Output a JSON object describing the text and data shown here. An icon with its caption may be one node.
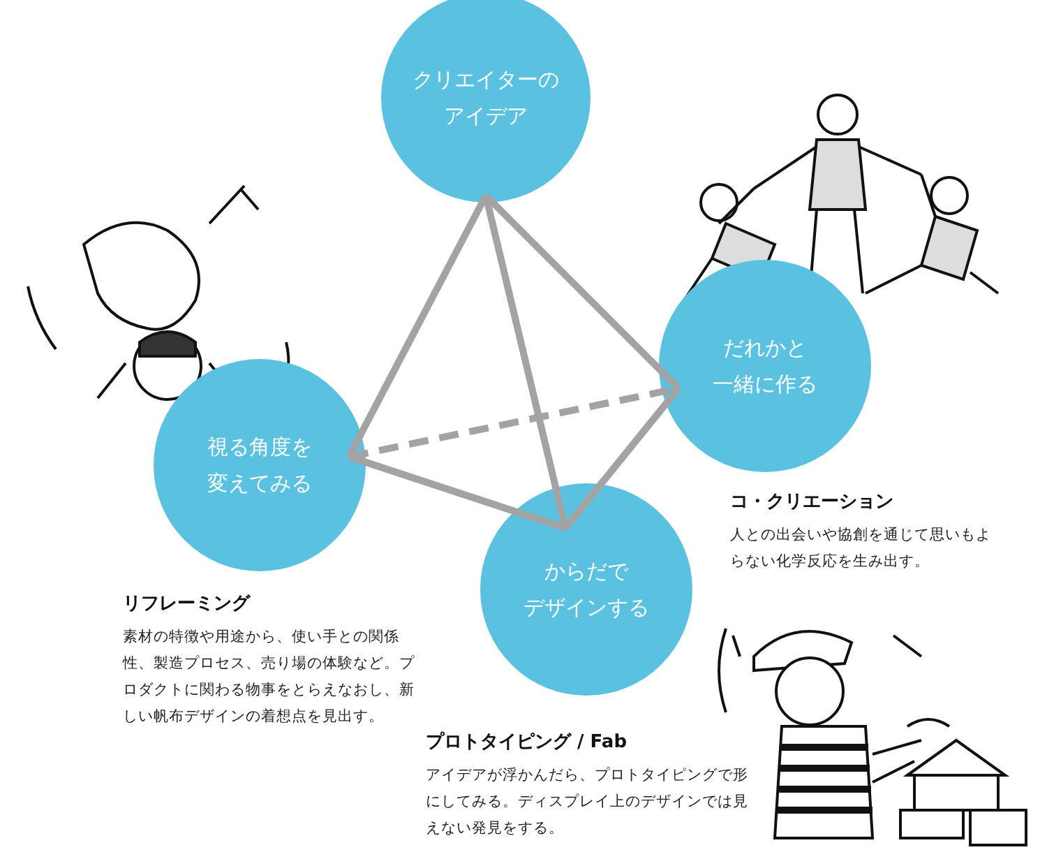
{
  "diagram": {
    "nodes": [
      {
        "text": [
          "クリエイターのアイデア"
        ]
      },
      {
        "text": [
          "だれかと一緒に作る"
        ],
        "beside": [
          "コ・クリエーション",
          "人との出会いや協創を通じて思いもよらない化学反応を生み出す。"
        ]
      },
      {
        "text": [
          "視る角度を変えてみる"
        ],
        "beside": [
          "リフレーミング",
          "素材の特徴や用途から、使い手との関係性、製造プロセス、売り場の体験など。プロダクトに関わる物事をとらえなおし、新しい帆布デザインの着想点を見出す。"
        ]
      },
      {
        "text": [
          "からだでデザインする"
        ],
        "beside": [
          "プロトタイピング / Fab",
          "アイデアが浮かんだら、プロトタイピングで形にしてみる。ディスプレイ上のデザインでは見えない発見をする。"
        ]
      }
    ],
    "edges": [
      {
        "from": 0,
        "to": 2,
        "arrow": "none"
      },
      {
        "from": 0,
        "to": 1,
        "arrow": "none"
      },
      {
        "from": 0,
        "to": 3,
        "arrow": "none"
      },
      {
        "from": 2,
        "to": 3,
        "arrow": "none"
      },
      {
        "from": 1,
        "to": 3,
        "arrow": "none"
      },
      {
        "from": 2,
        "to": 1,
        "arrow": "none",
        "style": "dashed"
      }
    ]
  }
}
